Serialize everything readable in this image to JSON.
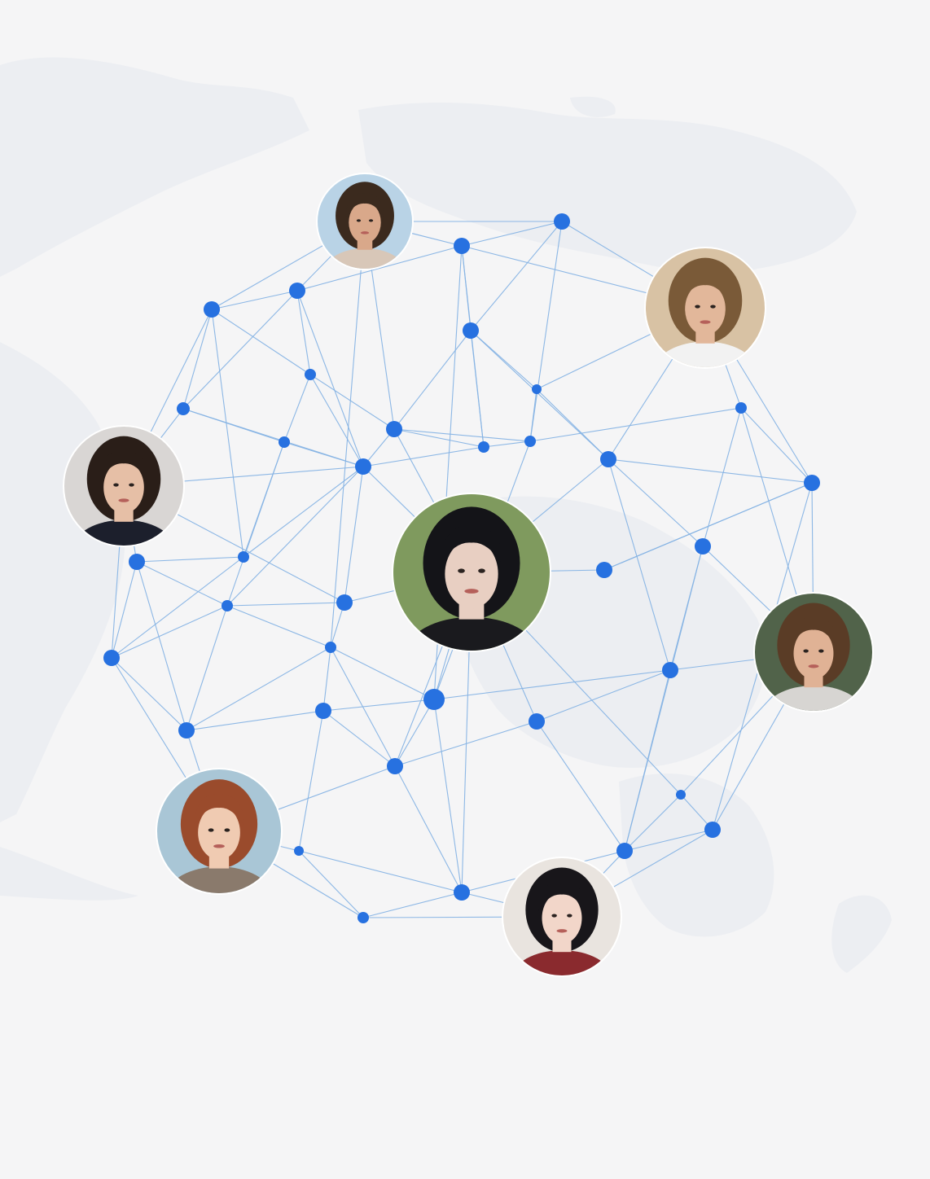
{
  "theme": {
    "background": "#f5f5f6",
    "map_color": "#eceef2",
    "edge_color": "#86b3e4",
    "node_color": "#2771e0"
  },
  "people": [
    {
      "id": "curly-hair-woman",
      "hair": "#3b2a1e",
      "skin": "#d9a88a",
      "background": "#b9d3e6",
      "clothing": "#d8c7b8"
    },
    {
      "id": "blond-young-man",
      "hair": "#7a5a38",
      "skin": "#e2b79a",
      "background": "#d8c2a4",
      "clothing": "#f2f2f2"
    },
    {
      "id": "man-with-glasses",
      "hair": "#2a1e18",
      "skin": "#e6bfa6",
      "background": "#d9d6d4",
      "clothing": "#1c1f2c"
    },
    {
      "id": "central-dark-haired-woman",
      "hair": "#141418",
      "skin": "#e8cfc2",
      "background": "#7f9a5e",
      "clothing": "#1a1a1e"
    },
    {
      "id": "bearded-man",
      "hair": "#5a3c26",
      "skin": "#e0b295",
      "background": "#51634a",
      "clothing": "#d7d5d2"
    },
    {
      "id": "red-haired-woman",
      "hair": "#9a4b2c",
      "skin": "#f0cbb2",
      "background": "#a9c6d6",
      "clothing": "#8a7a6c"
    },
    {
      "id": "woman-with-red-lips",
      "hair": "#18161a",
      "skin": "#f2d6c9",
      "background": "#e9e4df",
      "clothing": "#8a2a2e"
    }
  ]
}
